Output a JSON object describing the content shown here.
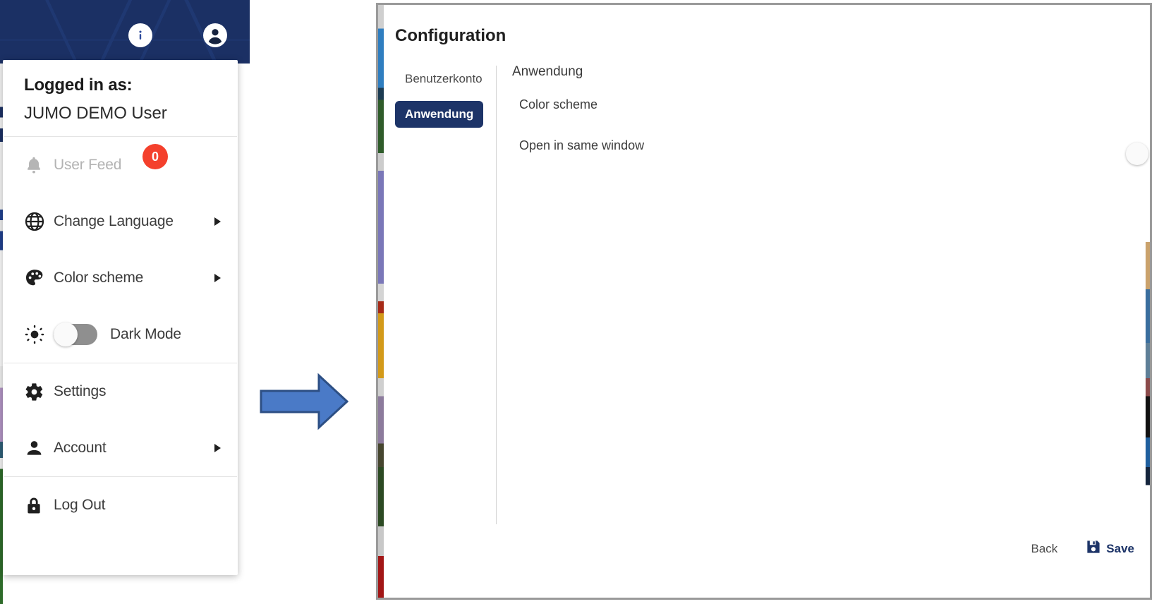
{
  "app_header": {
    "icons": [
      {
        "name": "info-icon",
        "glyph": "i"
      },
      {
        "name": "account-avatar-icon",
        "glyph": "person"
      }
    ],
    "background_color": "#1b3064"
  },
  "user_menu": {
    "logged_in_label": "Logged in as:",
    "user_name": "JUMO  DEMO User",
    "items": [
      {
        "icon": "bell-icon",
        "label": "User Feed",
        "badge": "0",
        "arrow": false,
        "disabled": true,
        "toggle": null
      },
      {
        "icon": "globe-icon",
        "label": "Change Language",
        "badge": null,
        "arrow": true,
        "disabled": false,
        "toggle": null
      },
      {
        "icon": "palette-icon",
        "label": "Color scheme",
        "badge": null,
        "arrow": true,
        "disabled": false,
        "toggle": null
      },
      {
        "icon": "sun-icon",
        "label": "Dark Mode",
        "badge": null,
        "arrow": false,
        "disabled": false,
        "toggle": "off"
      },
      {
        "icon": "gear-icon",
        "label": "Settings",
        "badge": null,
        "arrow": false,
        "disabled": false,
        "toggle": null
      },
      {
        "icon": "person-icon",
        "label": "Account",
        "badge": null,
        "arrow": true,
        "disabled": false,
        "toggle": null
      },
      {
        "icon": "lock-icon",
        "label": "Log Out",
        "badge": null,
        "arrow": false,
        "disabled": false,
        "toggle": null
      }
    ],
    "badge_color": "#f4402c"
  },
  "arrow": {
    "name": "flow-arrow",
    "color": "#4a7ac7",
    "border_color": "#2d4f84"
  },
  "configuration": {
    "title": "Configuration",
    "tabs": [
      {
        "label": "Benutzerkonto",
        "active": false
      },
      {
        "label": "Anwendung",
        "active": true
      }
    ],
    "panel": {
      "title": "Anwendung",
      "settings": [
        {
          "label": "Color scheme",
          "control": "color-swatch",
          "value_colors": [
            "#1d3468",
            "#3fd0b0"
          ]
        },
        {
          "label": "Open in same window",
          "control": "toggle",
          "state": "off"
        }
      ]
    },
    "footer": {
      "back_label": "Back",
      "save_label": "Save",
      "save_icon": "floppy-disk-icon",
      "accent_color": "#1d3468"
    }
  }
}
